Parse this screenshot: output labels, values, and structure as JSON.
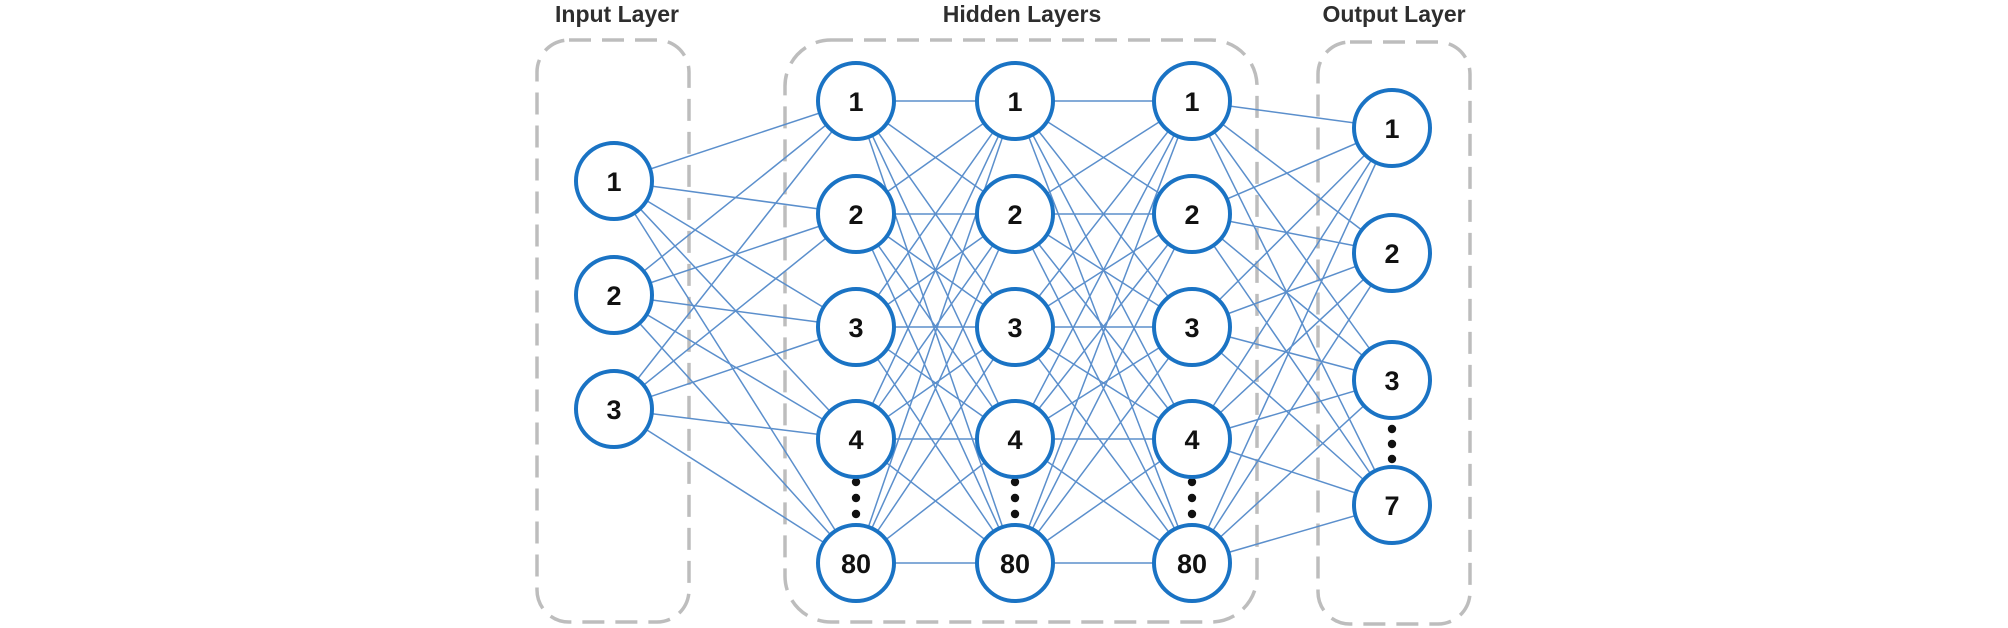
{
  "colors": {
    "node_stroke": "#1a73c4",
    "edge": "#5b8fcc",
    "group_border": "#bdbdbd",
    "text": "#111111"
  },
  "groups": [
    {
      "id": "input",
      "title": "Input Layer"
    },
    {
      "id": "hidden",
      "title": "Hidden Layers"
    },
    {
      "id": "output",
      "title": "Output Layer"
    }
  ],
  "layers": [
    {
      "id": "input",
      "nodes": [
        "1",
        "2",
        "3"
      ]
    },
    {
      "id": "hidden1",
      "nodes": [
        "1",
        "2",
        "3",
        "4",
        "80"
      ]
    },
    {
      "id": "hidden2",
      "nodes": [
        "1",
        "2",
        "3",
        "4",
        "80"
      ]
    },
    {
      "id": "hidden3",
      "nodes": [
        "1",
        "2",
        "3",
        "4",
        "80"
      ]
    },
    {
      "id": "output",
      "nodes": [
        "1",
        "2",
        "3",
        "7"
      ]
    }
  ],
  "ellipsis": [
    "hidden1",
    "hidden2",
    "hidden3",
    "output"
  ]
}
